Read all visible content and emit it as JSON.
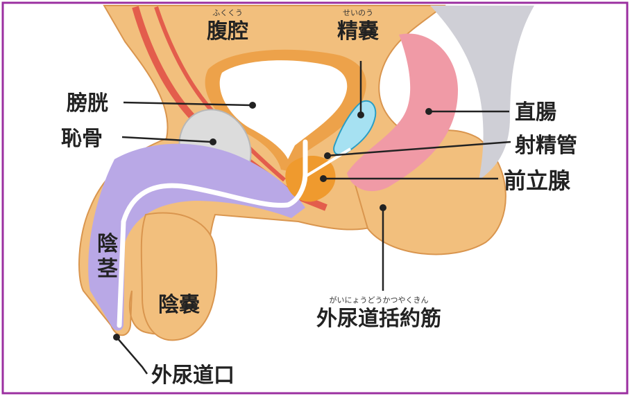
{
  "colors": {
    "frame": "#9b2fa0",
    "skin": "#f2bf7d",
    "skin_outline": "#d9954e",
    "organ_wall": "#eda24a",
    "bladder_inner": "#ffffff",
    "rectum": "#f09aa6",
    "spine": "#cfcfd6",
    "bone": "#dcdcdc",
    "spongy": "#b9a8e6",
    "urethra": "#ffffff",
    "vessel": "#e35d4c",
    "vesicle": "#a6e1f2",
    "prostate": "#ef9a2e",
    "leader": "#222222",
    "highlight": "#cc1b79"
  },
  "labels": {
    "abdominal_cavity": "腹腔",
    "abdominal_cavity_ruby": "ふくくう",
    "seminal_vesicle": "精嚢",
    "seminal_vesicle_ruby": "せいのう",
    "bladder": "膀胱",
    "rectum": "直腸",
    "pubic_bone": "恥骨",
    "ejaculatory_duct": "射精管",
    "prostate": "前立腺",
    "penis_char1": "陰",
    "penis_char2": "茎",
    "scrotum": "陰嚢",
    "sphincter": "外尿道括約筋",
    "sphincter_ruby": "がいにょうどうかつやくきん",
    "urethral_opening": "外尿道口"
  }
}
